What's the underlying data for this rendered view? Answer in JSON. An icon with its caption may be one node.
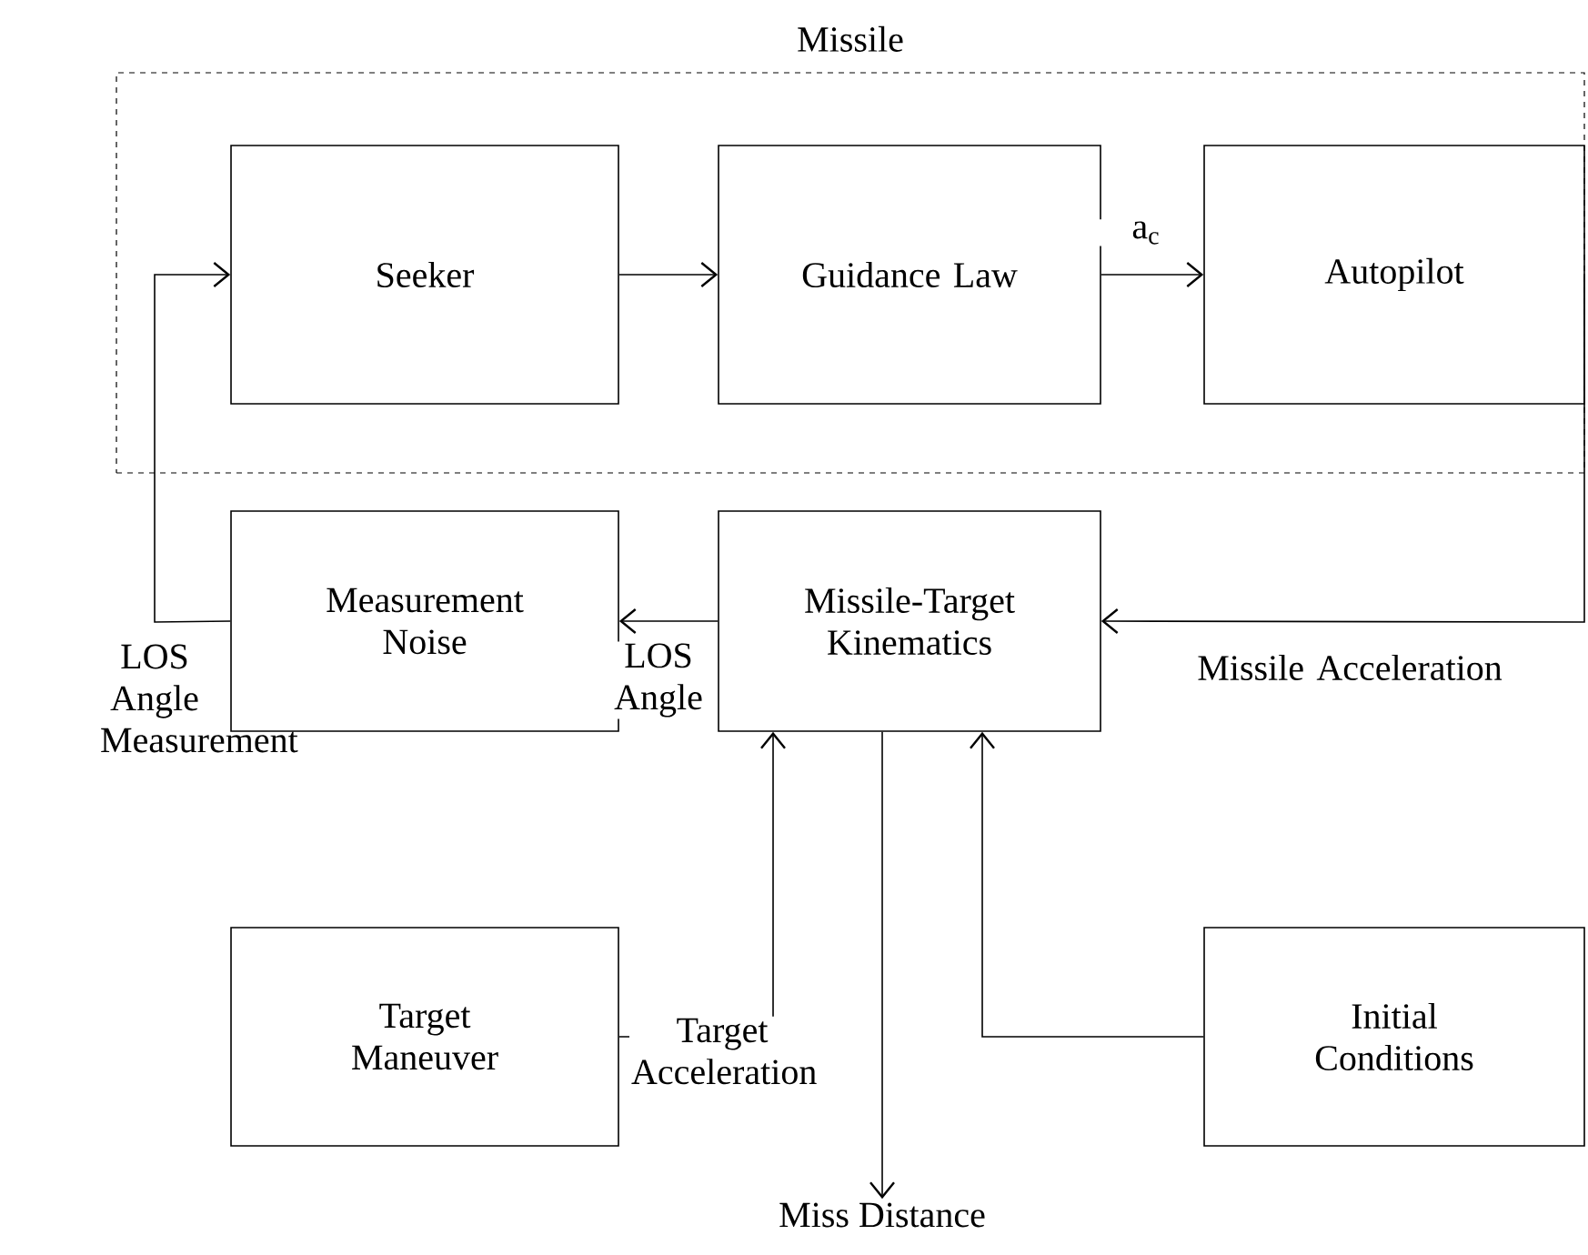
{
  "diagram": {
    "nodes": [
      {
        "text": [
          "Missile"
        ]
      },
      {
        "text": [
          "Seeker"
        ],
        "in": 0
      },
      {
        "text": [
          "Guidance Law"
        ],
        "in": 0
      },
      {
        "text": [
          "Autopilot"
        ],
        "in": 0
      },
      {
        "text": [
          "Measurement Noise"
        ]
      },
      {
        "text": [
          "Missile-Target Kinematics"
        ]
      },
      {
        "text": [
          "Target Maneuver"
        ]
      },
      {
        "text": [
          "Initial Conditions"
        ]
      },
      {
        "text": [
          "Miss Distance"
        ]
      }
    ],
    "edges": [
      {
        "from": 1,
        "to": 2,
        "arrow": "to"
      },
      {
        "from": 2,
        "to": 3,
        "arrow": "to",
        "label": "a$_{c}$"
      },
      {
        "from": 3,
        "to": 5,
        "arrow": "to",
        "label": "Missile Acceleration"
      },
      {
        "from": 5,
        "to": 4,
        "arrow": "to",
        "label": "LOS Angle"
      },
      {
        "from": 4,
        "to": 1,
        "arrow": "to",
        "label": "LOS Angle Measurement"
      },
      {
        "from": 6,
        "to": 5,
        "arrow": "to",
        "label": "Target Acceleration"
      },
      {
        "from": 7,
        "to": 5,
        "arrow": "to"
      },
      {
        "from": 5,
        "to": 8,
        "arrow": "to"
      }
    ]
  }
}
